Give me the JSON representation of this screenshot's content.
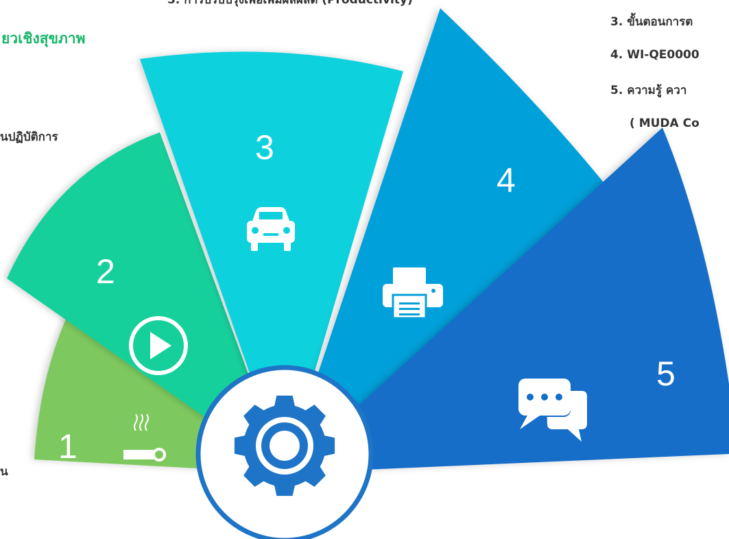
{
  "colors": {
    "seg1": "#7ec95f",
    "seg2": "#14d09b",
    "seg3": "#0ed1dc",
    "seg4": "#05a0da",
    "seg5": "#126ec9",
    "hub_ring": "#1e74c6",
    "heading_green": "#1ab56b",
    "text_dark": "#333333"
  },
  "texts": {
    "top_center": "5. การปรับปรุงเพื่อเพิ่มผลผลิต (Productivity)",
    "left_heading": "ยวเชิงสุขภาพ",
    "left_sub": "นปฏิบัติการ",
    "left_bottom": "น",
    "right_1": "3. ขั้นตอนการต",
    "right_2": "4. WI-QE0000",
    "right_3": "5. ความรู้ ควา",
    "right_4": "( MUDA Co"
  },
  "segments": [
    {
      "number": "1",
      "icon": "coffee-cup-icon"
    },
    {
      "number": "2",
      "icon": "play-icon"
    },
    {
      "number": "3",
      "icon": "car-icon"
    },
    {
      "number": "4",
      "icon": "printer-icon"
    },
    {
      "number": "5",
      "icon": "chat-bubbles-icon"
    }
  ],
  "hub": {
    "icon": "gear-icon"
  }
}
